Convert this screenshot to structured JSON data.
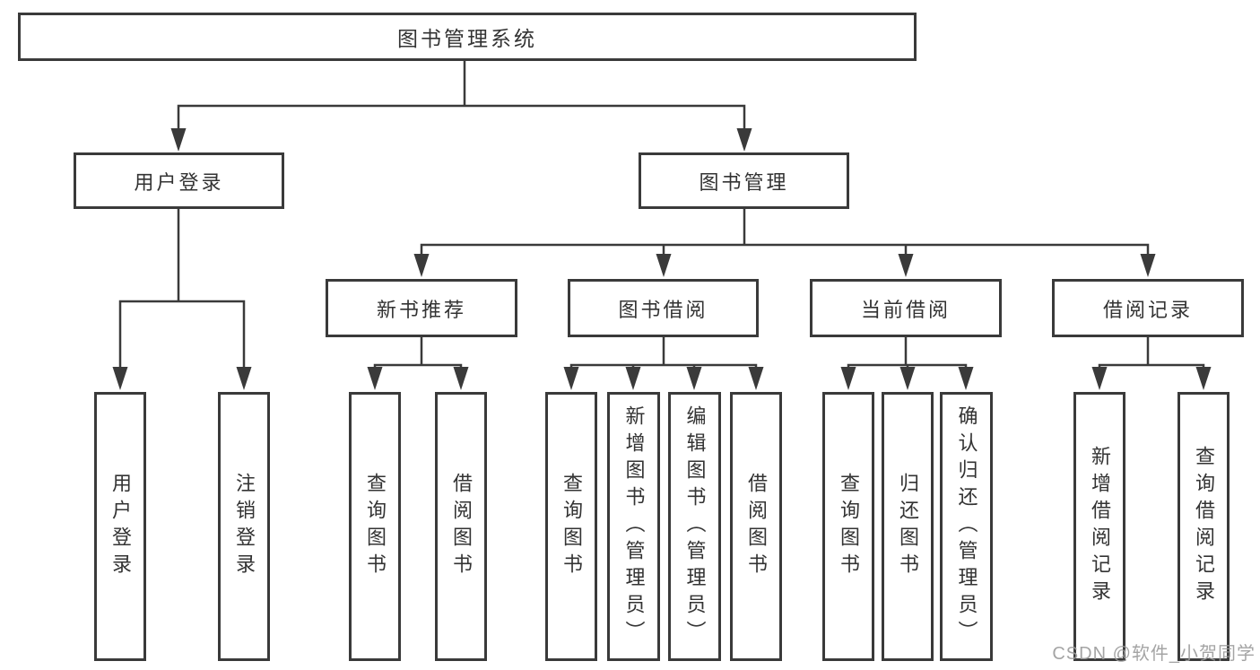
{
  "diagram": {
    "watermark": "CSDN @软件_小贺同学",
    "colors": {
      "line": "#3a3a3a",
      "text": "#333333",
      "box_background": "#ffffff",
      "watermark": "#9b9b9b"
    },
    "tree": {
      "root": {
        "label": "图书管理系统",
        "children": [
          {
            "label": "用户登录",
            "children": [
              {
                "label": "用户登录"
              },
              {
                "label": "注销登录"
              }
            ]
          },
          {
            "label": "图书管理",
            "children": [
              {
                "label": "新书推荐",
                "children": [
                  {
                    "label": "查询图书"
                  },
                  {
                    "label": "借阅图书"
                  }
                ]
              },
              {
                "label": "图书借阅",
                "children": [
                  {
                    "label": "查询图书"
                  },
                  {
                    "label": "新增图书（管理员）"
                  },
                  {
                    "label": "编辑图书（管理员）"
                  },
                  {
                    "label": "借阅图书"
                  }
                ]
              },
              {
                "label": "当前借阅",
                "children": [
                  {
                    "label": "查询图书"
                  },
                  {
                    "label": "归还图书"
                  },
                  {
                    "label": "确认归还（管理员）"
                  }
                ]
              },
              {
                "label": "借阅记录",
                "children": [
                  {
                    "label": "新增借阅记录"
                  },
                  {
                    "label": "查询借阅记录"
                  }
                ]
              }
            ]
          }
        ]
      }
    }
  }
}
